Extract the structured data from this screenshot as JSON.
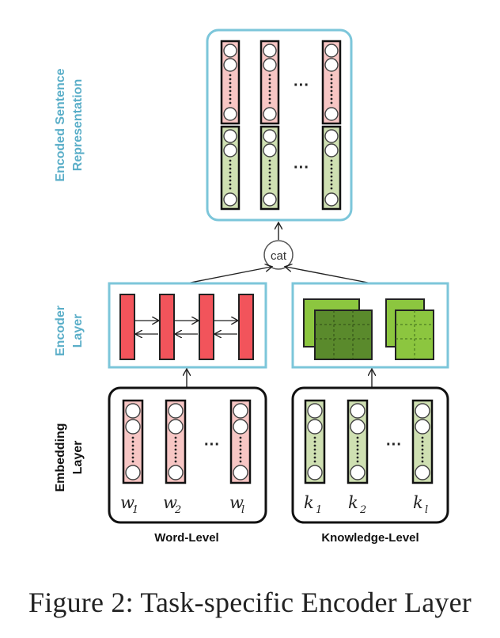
{
  "labels": {
    "encoded_line1": "Encoded Sentence",
    "encoded_line2": "Representation",
    "encoder_line1": "Encoder",
    "encoder_line2": "Layer",
    "embedding_line1": "Embedding",
    "embedding_line2": "Layer",
    "cat": "cat",
    "word_level": "Word-Level",
    "knowledge_level": "Knowledge-Level",
    "ellipsis": "···"
  },
  "word_tokens": [
    {
      "base": "w",
      "sub": "1"
    },
    {
      "base": "w",
      "sub": "2"
    },
    {
      "base": "w",
      "sub": "l"
    }
  ],
  "knowledge_tokens": [
    {
      "base": "k",
      "sub": "1"
    },
    {
      "base": "k",
      "sub": "2"
    },
    {
      "base": "k",
      "sub": "l"
    }
  ],
  "caption": "Figure 2: Task-specific Encoder Layer",
  "colors": {
    "frame_blue": "#7cc6da",
    "label_blue": "#5aaec8",
    "word_pink": "#f7c6c4",
    "knowledge_green": "#cfe0b2",
    "lstm_red": "#f2545b",
    "cnn_dark_green": "#5a8a2c",
    "cnn_light_green": "#8cc63f"
  }
}
